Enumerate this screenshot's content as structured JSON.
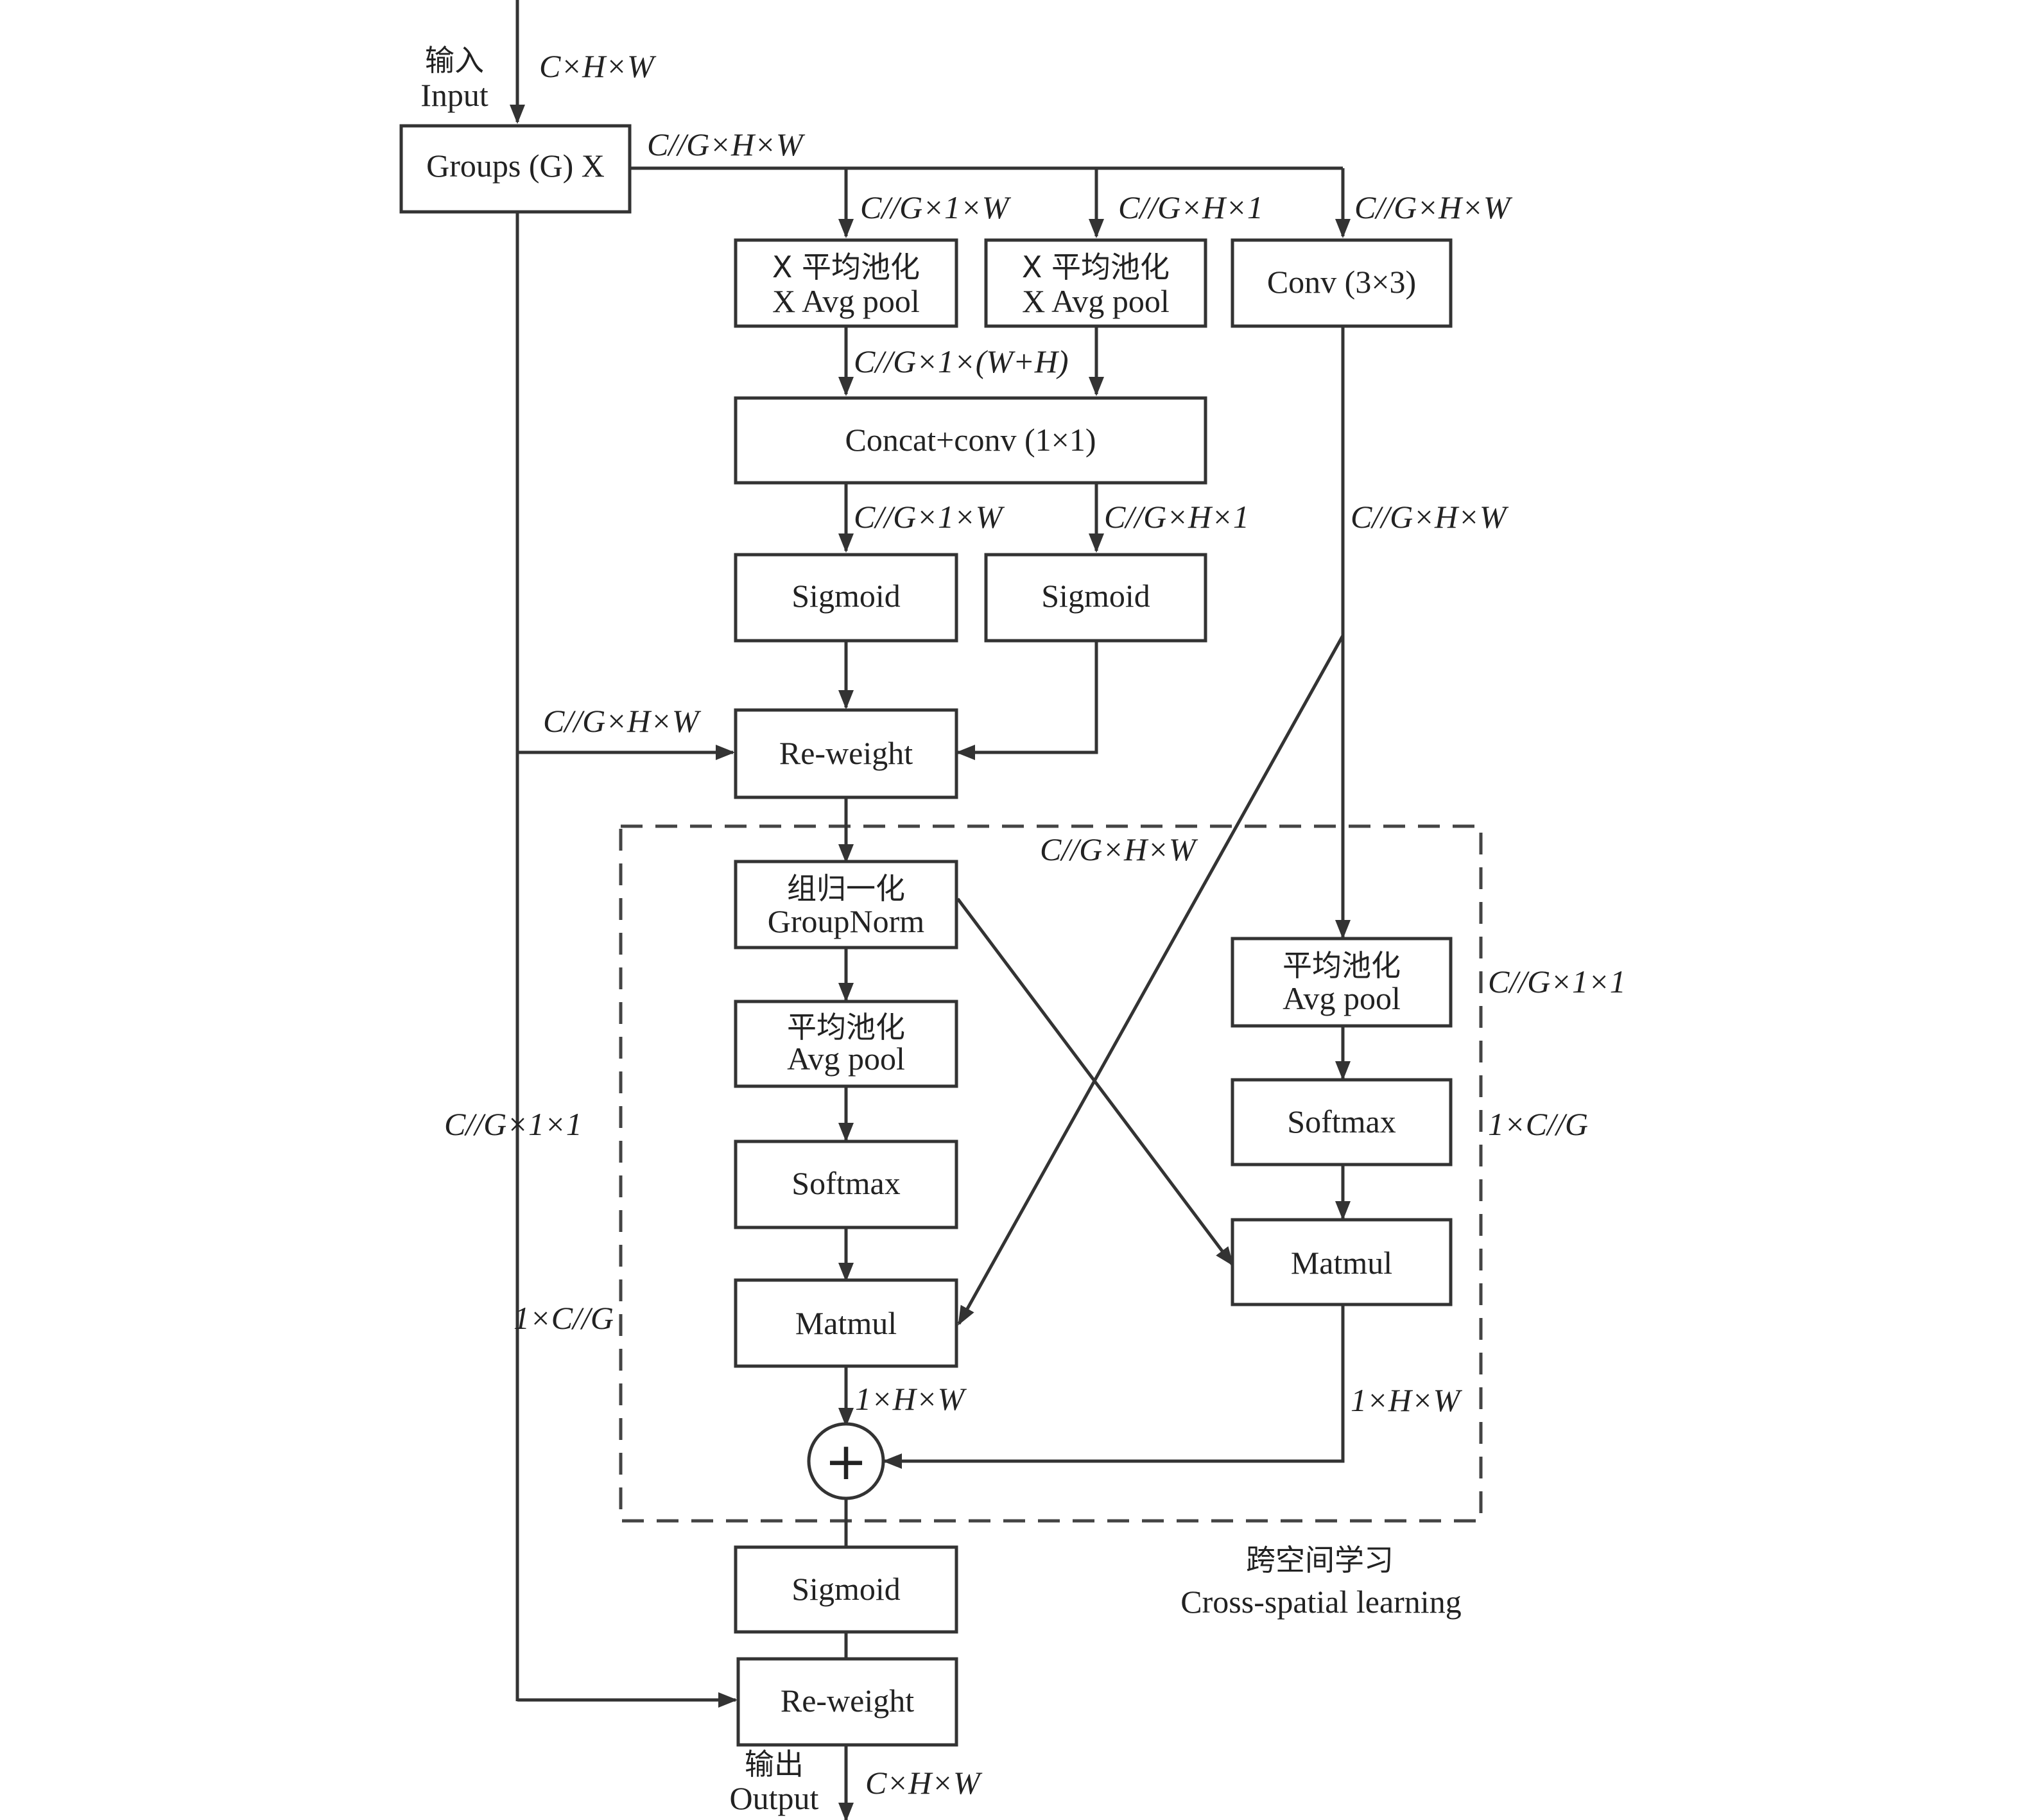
{
  "input": {
    "cn": "输入",
    "en": "Input",
    "dim": "C×H×W"
  },
  "output": {
    "cn": "输出",
    "en": "Output",
    "dim": "C×H×W"
  },
  "nodes": {
    "groups": "Groups (G) X",
    "xpool1_cn": "X 平均池化",
    "xpool1_en": "X Avg pool",
    "xpool2_cn": "X 平均池化",
    "xpool2_en": "X Avg pool",
    "conv3": "Conv (3×3)",
    "concat": "Concat+conv (1×1)",
    "sigmoid1": "Sigmoid",
    "sigmoid2": "Sigmoid",
    "reweight1": "Re-weight",
    "groupnorm_cn": "组归一化",
    "groupnorm_en": "GroupNorm",
    "avgpool_left_cn": "平均池化",
    "avgpool_left_en": "Avg pool",
    "softmax_left": "Softmax",
    "matmul_left": "Matmul",
    "avgpool_right_cn": "平均池化",
    "avgpool_right_en": "Avg pool",
    "softmax_right": "Softmax",
    "matmul_right": "Matmul",
    "plus": "+",
    "sigmoid3": "Sigmoid",
    "reweight2": "Re-weight"
  },
  "dims": {
    "after_groups": "C//G×H×W",
    "xpool1_in": "C//G×1×W",
    "xpool2_in": "C//G×H×1",
    "conv_in": "C//G×H×W",
    "concat_in": "C//G×1×(W+H)",
    "concat_out1": "C//G×1×W",
    "concat_out2": "C//G×H×1",
    "conv_out": "C//G×H×W",
    "skip_in": "C//G×H×W",
    "cross": "C//G×H×W",
    "avgpool_right_out": "C//G×1×1",
    "softmax_right_out": "1×C//G",
    "left_pool_dim": "C//G×1×1",
    "left_softmax_dim": "1×C//G",
    "matmul_left_out": "1×H×W",
    "matmul_right_out": "1×H×W"
  },
  "region": {
    "cn": "跨空间学习",
    "en": "Cross-spatial learning"
  }
}
